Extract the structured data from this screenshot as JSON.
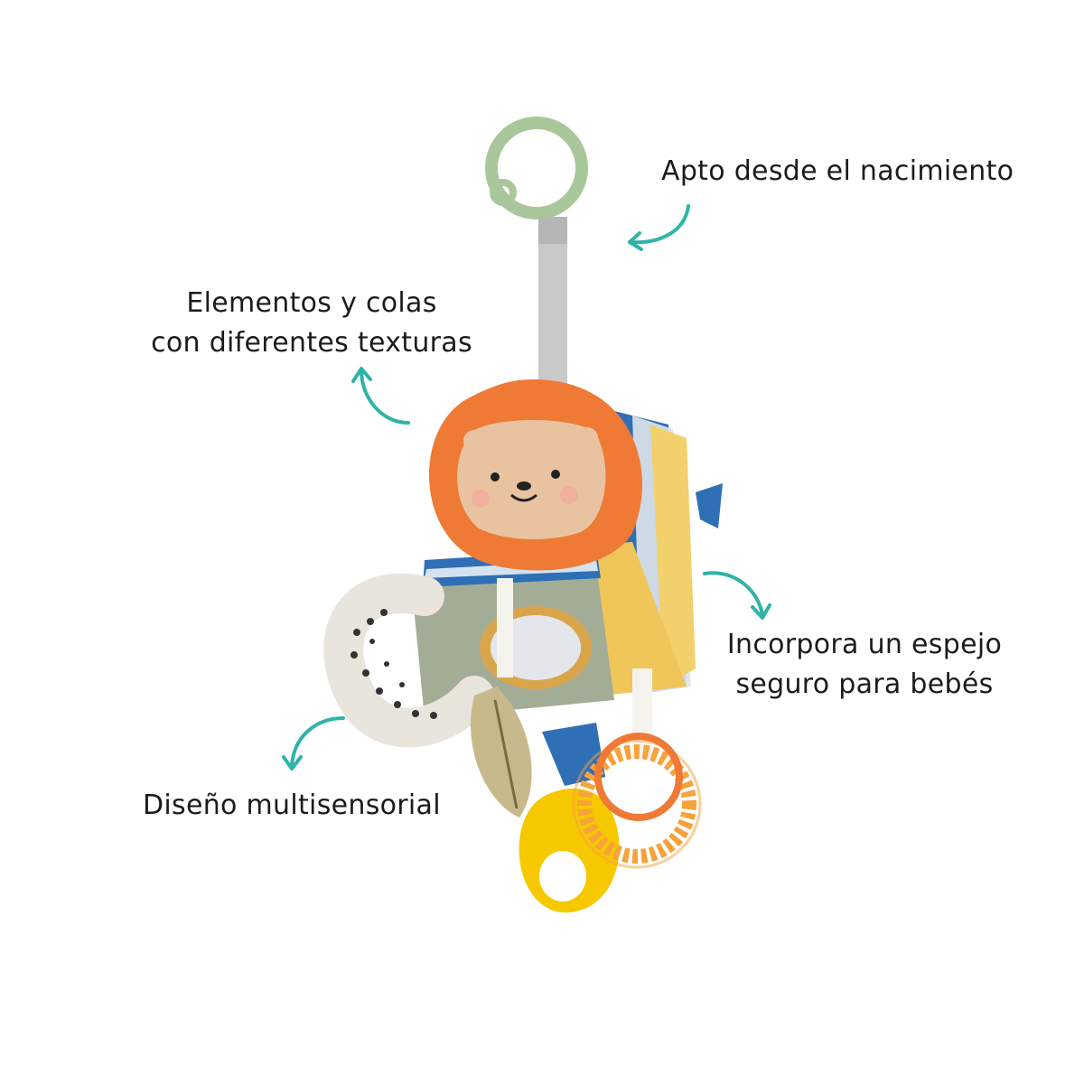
{
  "callouts": {
    "birth": {
      "line1": "Apto desde el nacimiento"
    },
    "textures": {
      "line1": "Elementos y colas",
      "line2": "con diferentes texturas"
    },
    "mirror": {
      "line1": "Incorpora un espejo",
      "line2": "seguro para bebés"
    },
    "multisensory": {
      "line1": "Diseño multisensorial"
    }
  },
  "colors": {
    "arrow": "#2fb3a8",
    "ring_green": "#a9c79a",
    "lion_mane": "#ee7a35",
    "lion_face": "#e9c3a0",
    "cube_side": "#8a9a80",
    "blue_stripe": "#2f6fb5",
    "yellow": "#f5c800",
    "orange_ring": "#f7a23b"
  },
  "product": {
    "image_icon": "lion-activity-cube-toy-icon"
  }
}
